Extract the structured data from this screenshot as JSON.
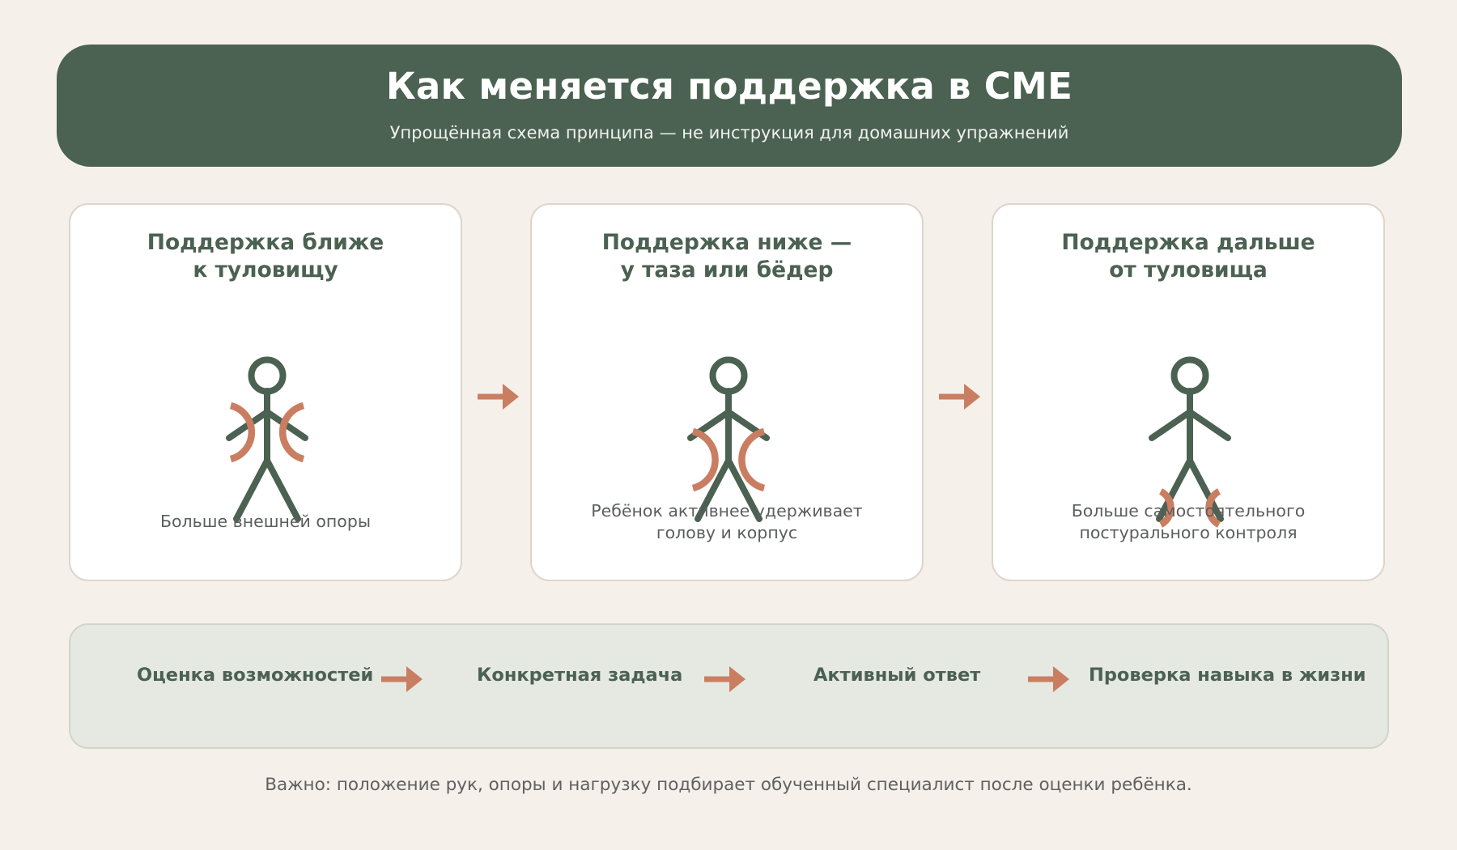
{
  "header": {
    "title": "Как меняется поддержка в СМЕ",
    "subtitle": "Упрощённая схема принципа — не инструкция для домашних упражнений"
  },
  "cards": [
    {
      "title_lines": [
        "Поддержка ближе",
        "к туловищу"
      ],
      "caption_lines": [
        "Больше внешней опоры"
      ],
      "support_position": "trunk"
    },
    {
      "title_lines": [
        "Поддержка ниже —",
        "у таза или бёдер"
      ],
      "caption_lines": [
        "Ребёнок активнее удерживает",
        "голову и корпус"
      ],
      "support_position": "pelvis"
    },
    {
      "title_lines": [
        "Поддержка дальше",
        "от туловища"
      ],
      "caption_lines": [
        "Больше самостоятельного",
        "постурального контроля"
      ],
      "support_position": "legs"
    }
  ],
  "process_steps": [
    "Оценка возможностей",
    "Конкретная задача",
    "Активный ответ",
    "Проверка навыка в жизни"
  ],
  "footer_note": "Важно: положение рук, опоры и нагрузку подбирает обученный специалист после оценки ребёнка.",
  "colors": {
    "background": "#f6f0ea",
    "header": "#4b6151",
    "figure": "#4b6151",
    "support": "#c97e62",
    "panel": "#e5e9e2",
    "text_muted": "#5b5e5c"
  },
  "icons": {
    "figure": "stick-figure-icon",
    "support": "support-hands-icon",
    "arrow": "arrow-right-icon"
  }
}
